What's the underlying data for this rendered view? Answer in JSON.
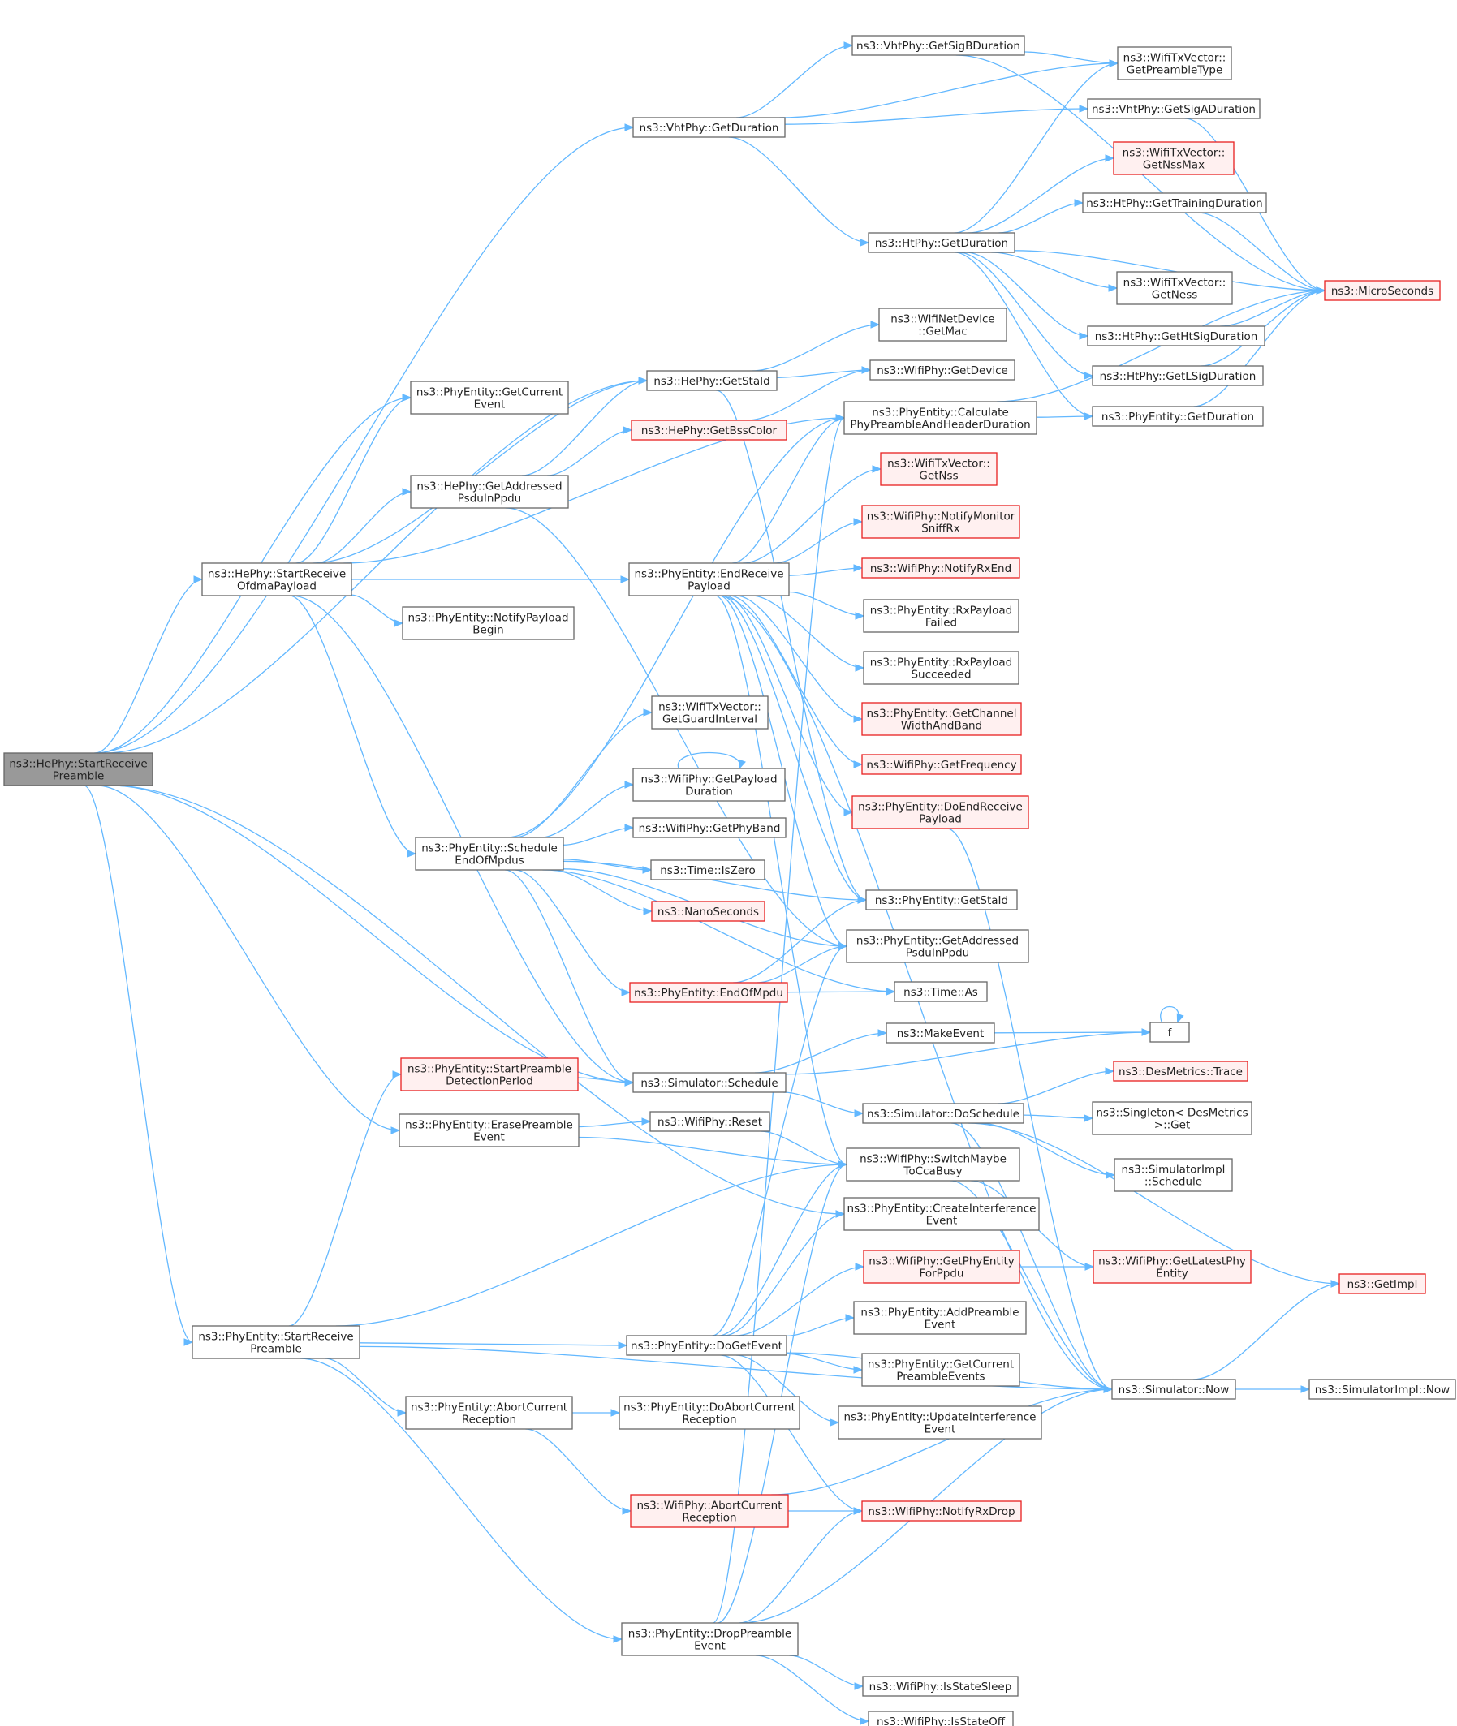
{
  "nodes": [
    {
      "id": "n0",
      "lines": [
        "ns3::HePhy::StartReceive",
        "Preamble"
      ],
      "kind": "root"
    },
    {
      "id": "n1",
      "lines": [
        "ns3::VhtPhy::GetDuration"
      ],
      "kind": "normal"
    },
    {
      "id": "n2",
      "lines": [
        "ns3::VhtPhy::GetSigBDuration"
      ],
      "kind": "normal"
    },
    {
      "id": "n3",
      "lines": [
        "ns3::WifiTxVector::",
        "GetPreambleType"
      ],
      "kind": "normal"
    },
    {
      "id": "n4",
      "lines": [
        "ns3::VhtPhy::GetSigADuration"
      ],
      "kind": "normal"
    },
    {
      "id": "n5",
      "lines": [
        "ns3::WifiTxVector::",
        "GetNssMax"
      ],
      "kind": "red"
    },
    {
      "id": "n6",
      "lines": [
        "ns3::HtPhy::GetTrainingDuration"
      ],
      "kind": "normal"
    },
    {
      "id": "n7",
      "lines": [
        "ns3::HtPhy::GetDuration"
      ],
      "kind": "normal"
    },
    {
      "id": "n8",
      "lines": [
        "ns3::MicroSeconds"
      ],
      "kind": "red"
    },
    {
      "id": "n9",
      "lines": [
        "ns3::WifiTxVector::",
        "GetNess"
      ],
      "kind": "normal"
    },
    {
      "id": "n10",
      "lines": [
        "ns3::WifiNetDevice",
        "::GetMac"
      ],
      "kind": "normal"
    },
    {
      "id": "n11",
      "lines": [
        "ns3::HtPhy::GetHtSigDuration"
      ],
      "kind": "normal"
    },
    {
      "id": "n12",
      "lines": [
        "ns3::HePhy::GetStaId"
      ],
      "kind": "normal"
    },
    {
      "id": "n13",
      "lines": [
        "ns3::WifiPhy::GetDevice"
      ],
      "kind": "normal"
    },
    {
      "id": "n14",
      "lines": [
        "ns3::HtPhy::GetLSigDuration"
      ],
      "kind": "normal"
    },
    {
      "id": "n15",
      "lines": [
        "ns3::PhyEntity::GetCurrent",
        "Event"
      ],
      "kind": "normal"
    },
    {
      "id": "n16",
      "lines": [
        "ns3::PhyEntity::Calculate",
        "PhyPreambleAndHeaderDuration"
      ],
      "kind": "normal"
    },
    {
      "id": "n17",
      "lines": [
        "ns3::PhyEntity::GetDuration"
      ],
      "kind": "normal"
    },
    {
      "id": "n18",
      "lines": [
        "ns3::HePhy::GetBssColor"
      ],
      "kind": "red"
    },
    {
      "id": "n19",
      "lines": [
        "ns3::HePhy::GetAddressed",
        "PsduInPpdu"
      ],
      "kind": "normal"
    },
    {
      "id": "n20",
      "lines": [
        "ns3::WifiTxVector::",
        "GetNss"
      ],
      "kind": "red"
    },
    {
      "id": "n21",
      "lines": [
        "ns3::WifiPhy::NotifyMonitor",
        "SniffRx"
      ],
      "kind": "red"
    },
    {
      "id": "n22",
      "lines": [
        "ns3::HePhy::StartReceive",
        "OfdmaPayload"
      ],
      "kind": "normal"
    },
    {
      "id": "n23",
      "lines": [
        "ns3::PhyEntity::EndReceive",
        "Payload"
      ],
      "kind": "normal"
    },
    {
      "id": "n24",
      "lines": [
        "ns3::WifiPhy::NotifyRxEnd"
      ],
      "kind": "red"
    },
    {
      "id": "n25",
      "lines": [
        "ns3::PhyEntity::NotifyPayload",
        "Begin"
      ],
      "kind": "normal"
    },
    {
      "id": "n26",
      "lines": [
        "ns3::PhyEntity::RxPayload",
        "Failed"
      ],
      "kind": "normal"
    },
    {
      "id": "n27",
      "lines": [
        "ns3::PhyEntity::RxPayload",
        "Succeeded"
      ],
      "kind": "normal"
    },
    {
      "id": "n28",
      "lines": [
        "ns3::WifiTxVector::",
        "GetGuardInterval"
      ],
      "kind": "normal"
    },
    {
      "id": "n29",
      "lines": [
        "ns3::PhyEntity::GetChannel",
        "WidthAndBand"
      ],
      "kind": "red"
    },
    {
      "id": "n30",
      "lines": [
        "ns3::WifiPhy::GetFrequency"
      ],
      "kind": "red"
    },
    {
      "id": "n31",
      "lines": [
        "ns3::WifiPhy::GetPayload",
        "Duration"
      ],
      "kind": "normal"
    },
    {
      "id": "n32",
      "lines": [
        "ns3::PhyEntity::DoEndReceive",
        "Payload"
      ],
      "kind": "red"
    },
    {
      "id": "n33",
      "lines": [
        "ns3::WifiPhy::GetPhyBand"
      ],
      "kind": "normal"
    },
    {
      "id": "n34",
      "lines": [
        "ns3::PhyEntity::Schedule",
        "EndOfMpdus"
      ],
      "kind": "normal"
    },
    {
      "id": "n35",
      "lines": [
        "ns3::Time::IsZero"
      ],
      "kind": "normal"
    },
    {
      "id": "n36",
      "lines": [
        "ns3::NanoSeconds"
      ],
      "kind": "red"
    },
    {
      "id": "n37",
      "lines": [
        "ns3::PhyEntity::GetStaId"
      ],
      "kind": "normal"
    },
    {
      "id": "n38",
      "lines": [
        "ns3::PhyEntity::GetAddressed",
        "PsduInPpdu"
      ],
      "kind": "normal"
    },
    {
      "id": "n39",
      "lines": [
        "ns3::PhyEntity::EndOfMpdu"
      ],
      "kind": "red"
    },
    {
      "id": "n40",
      "lines": [
        "ns3::Time::As"
      ],
      "kind": "normal"
    },
    {
      "id": "n41",
      "lines": [
        "ns3::MakeEvent"
      ],
      "kind": "normal"
    },
    {
      "id": "n42",
      "lines": [
        "f"
      ],
      "kind": "normal"
    },
    {
      "id": "n43",
      "lines": [
        "ns3::PhyEntity::StartPreamble",
        "DetectionPeriod"
      ],
      "kind": "red"
    },
    {
      "id": "n44",
      "lines": [
        "ns3::Simulator::Schedule"
      ],
      "kind": "normal"
    },
    {
      "id": "n45",
      "lines": [
        "ns3::DesMetrics::Trace"
      ],
      "kind": "red"
    },
    {
      "id": "n46",
      "lines": [
        "ns3::Simulator::DoSchedule"
      ],
      "kind": "normal"
    },
    {
      "id": "n47",
      "lines": [
        "ns3::Singleton< DesMetrics",
        ">::Get"
      ],
      "kind": "normal"
    },
    {
      "id": "n48",
      "lines": [
        "ns3::PhyEntity::ErasePreamble",
        "Event"
      ],
      "kind": "normal"
    },
    {
      "id": "n49",
      "lines": [
        "ns3::WifiPhy::Reset"
      ],
      "kind": "normal"
    },
    {
      "id": "n50",
      "lines": [
        "ns3::WifiPhy::SwitchMaybe",
        "ToCcaBusy"
      ],
      "kind": "normal"
    },
    {
      "id": "n51",
      "lines": [
        "ns3::SimulatorImpl",
        "::Schedule"
      ],
      "kind": "normal"
    },
    {
      "id": "n52",
      "lines": [
        "ns3::PhyEntity::CreateInterference",
        "Event"
      ],
      "kind": "normal"
    },
    {
      "id": "n53",
      "lines": [
        "ns3::WifiPhy::GetPhyEntity",
        "ForPpdu"
      ],
      "kind": "red"
    },
    {
      "id": "n54",
      "lines": [
        "ns3::WifiPhy::GetLatestPhy",
        "Entity"
      ],
      "kind": "red"
    },
    {
      "id": "n55",
      "lines": [
        "ns3::GetImpl"
      ],
      "kind": "red"
    },
    {
      "id": "n56",
      "lines": [
        "ns3::PhyEntity::AddPreamble",
        "Event"
      ],
      "kind": "normal"
    },
    {
      "id": "n57",
      "lines": [
        "ns3::PhyEntity::StartReceive",
        "Preamble"
      ],
      "kind": "normal"
    },
    {
      "id": "n58",
      "lines": [
        "ns3::PhyEntity::DoGetEvent"
      ],
      "kind": "normal"
    },
    {
      "id": "n59",
      "lines": [
        "ns3::PhyEntity::GetCurrent",
        "PreambleEvents"
      ],
      "kind": "normal"
    },
    {
      "id": "n60",
      "lines": [
        "ns3::Simulator::Now"
      ],
      "kind": "normal"
    },
    {
      "id": "n61",
      "lines": [
        "ns3::SimulatorImpl::Now"
      ],
      "kind": "normal"
    },
    {
      "id": "n62",
      "lines": [
        "ns3::PhyEntity::AbortCurrent",
        "Reception"
      ],
      "kind": "normal"
    },
    {
      "id": "n63",
      "lines": [
        "ns3::PhyEntity::DoAbortCurrent",
        "Reception"
      ],
      "kind": "normal"
    },
    {
      "id": "n64",
      "lines": [
        "ns3::PhyEntity::UpdateInterference",
        "Event"
      ],
      "kind": "normal"
    },
    {
      "id": "n65",
      "lines": [
        "ns3::WifiPhy::AbortCurrent",
        "Reception"
      ],
      "kind": "red"
    },
    {
      "id": "n66",
      "lines": [
        "ns3::WifiPhy::NotifyRxDrop"
      ],
      "kind": "red"
    },
    {
      "id": "n67",
      "lines": [
        "ns3::PhyEntity::DropPreamble",
        "Event"
      ],
      "kind": "normal"
    },
    {
      "id": "n68",
      "lines": [
        "ns3::WifiPhy::IsStateSleep"
      ],
      "kind": "normal"
    },
    {
      "id": "n69",
      "lines": [
        "ns3::WifiPhy::IsStateOff"
      ],
      "kind": "normal"
    }
  ],
  "edges": [
    [
      "n0",
      "n1"
    ],
    [
      "n0",
      "n12"
    ],
    [
      "n0",
      "n15"
    ],
    [
      "n0",
      "n22"
    ],
    [
      "n0",
      "n44"
    ],
    [
      "n0",
      "n48"
    ],
    [
      "n0",
      "n52"
    ],
    [
      "n0",
      "n57"
    ],
    [
      "n1",
      "n2"
    ],
    [
      "n1",
      "n3"
    ],
    [
      "n1",
      "n4"
    ],
    [
      "n1",
      "n7"
    ],
    [
      "n2",
      "n3"
    ],
    [
      "n2",
      "n8"
    ],
    [
      "n4",
      "n8"
    ],
    [
      "n7",
      "n3"
    ],
    [
      "n7",
      "n5"
    ],
    [
      "n7",
      "n6"
    ],
    [
      "n7",
      "n8"
    ],
    [
      "n7",
      "n9"
    ],
    [
      "n7",
      "n11"
    ],
    [
      "n7",
      "n14"
    ],
    [
      "n7",
      "n17"
    ],
    [
      "n6",
      "n8"
    ],
    [
      "n11",
      "n8"
    ],
    [
      "n14",
      "n8"
    ],
    [
      "n17",
      "n8"
    ],
    [
      "n12",
      "n10"
    ],
    [
      "n12",
      "n13"
    ],
    [
      "n12",
      "n37"
    ],
    [
      "n16",
      "n17"
    ],
    [
      "n16",
      "n8"
    ],
    [
      "n18",
      "n13"
    ],
    [
      "n19",
      "n12"
    ],
    [
      "n19",
      "n18"
    ],
    [
      "n19",
      "n38"
    ],
    [
      "n22",
      "n15"
    ],
    [
      "n22",
      "n12"
    ],
    [
      "n22",
      "n19"
    ],
    [
      "n22",
      "n16"
    ],
    [
      "n22",
      "n23"
    ],
    [
      "n22",
      "n25"
    ],
    [
      "n22",
      "n34"
    ],
    [
      "n22",
      "n44"
    ],
    [
      "n23",
      "n16"
    ],
    [
      "n23",
      "n20"
    ],
    [
      "n23",
      "n21"
    ],
    [
      "n23",
      "n24"
    ],
    [
      "n23",
      "n26"
    ],
    [
      "n23",
      "n27"
    ],
    [
      "n23",
      "n29"
    ],
    [
      "n23",
      "n30"
    ],
    [
      "n23",
      "n32"
    ],
    [
      "n23",
      "n37"
    ],
    [
      "n23",
      "n38"
    ],
    [
      "n23",
      "n50"
    ],
    [
      "n23",
      "n60"
    ],
    [
      "n32",
      "n60"
    ],
    [
      "n31",
      "n31"
    ],
    [
      "n34",
      "n16"
    ],
    [
      "n34",
      "n28"
    ],
    [
      "n34",
      "n31"
    ],
    [
      "n34",
      "n33"
    ],
    [
      "n34",
      "n35"
    ],
    [
      "n34",
      "n36"
    ],
    [
      "n34",
      "n37"
    ],
    [
      "n34",
      "n38"
    ],
    [
      "n34",
      "n39"
    ],
    [
      "n34",
      "n40"
    ],
    [
      "n34",
      "n44"
    ],
    [
      "n39",
      "n37"
    ],
    [
      "n39",
      "n38"
    ],
    [
      "n39",
      "n40"
    ],
    [
      "n41",
      "n42"
    ],
    [
      "n42",
      "n42"
    ],
    [
      "n43",
      "n44"
    ],
    [
      "n44",
      "n41"
    ],
    [
      "n44",
      "n42"
    ],
    [
      "n44",
      "n46"
    ],
    [
      "n46",
      "n45"
    ],
    [
      "n46",
      "n47"
    ],
    [
      "n46",
      "n51"
    ],
    [
      "n46",
      "n55"
    ],
    [
      "n46",
      "n60"
    ],
    [
      "n48",
      "n49"
    ],
    [
      "n48",
      "n50"
    ],
    [
      "n49",
      "n50"
    ],
    [
      "n50",
      "n54"
    ],
    [
      "n50",
      "n60"
    ],
    [
      "n53",
      "n54"
    ],
    [
      "n57",
      "n43"
    ],
    [
      "n57",
      "n50"
    ],
    [
      "n57",
      "n58"
    ],
    [
      "n57",
      "n62"
    ],
    [
      "n57",
      "n60"
    ],
    [
      "n57",
      "n67"
    ],
    [
      "n58",
      "n38"
    ],
    [
      "n58",
      "n50"
    ],
    [
      "n58",
      "n52"
    ],
    [
      "n58",
      "n53"
    ],
    [
      "n58",
      "n56"
    ],
    [
      "n58",
      "n59"
    ],
    [
      "n58",
      "n64"
    ],
    [
      "n58",
      "n66"
    ],
    [
      "n58",
      "n60"
    ],
    [
      "n60",
      "n55"
    ],
    [
      "n60",
      "n61"
    ],
    [
      "n62",
      "n63"
    ],
    [
      "n62",
      "n65"
    ],
    [
      "n65",
      "n66"
    ],
    [
      "n65",
      "n60"
    ],
    [
      "n67",
      "n16"
    ],
    [
      "n67",
      "n50"
    ],
    [
      "n67",
      "n66"
    ],
    [
      "n67",
      "n68"
    ],
    [
      "n67",
      "n69"
    ],
    [
      "n67",
      "n60"
    ]
  ]
}
